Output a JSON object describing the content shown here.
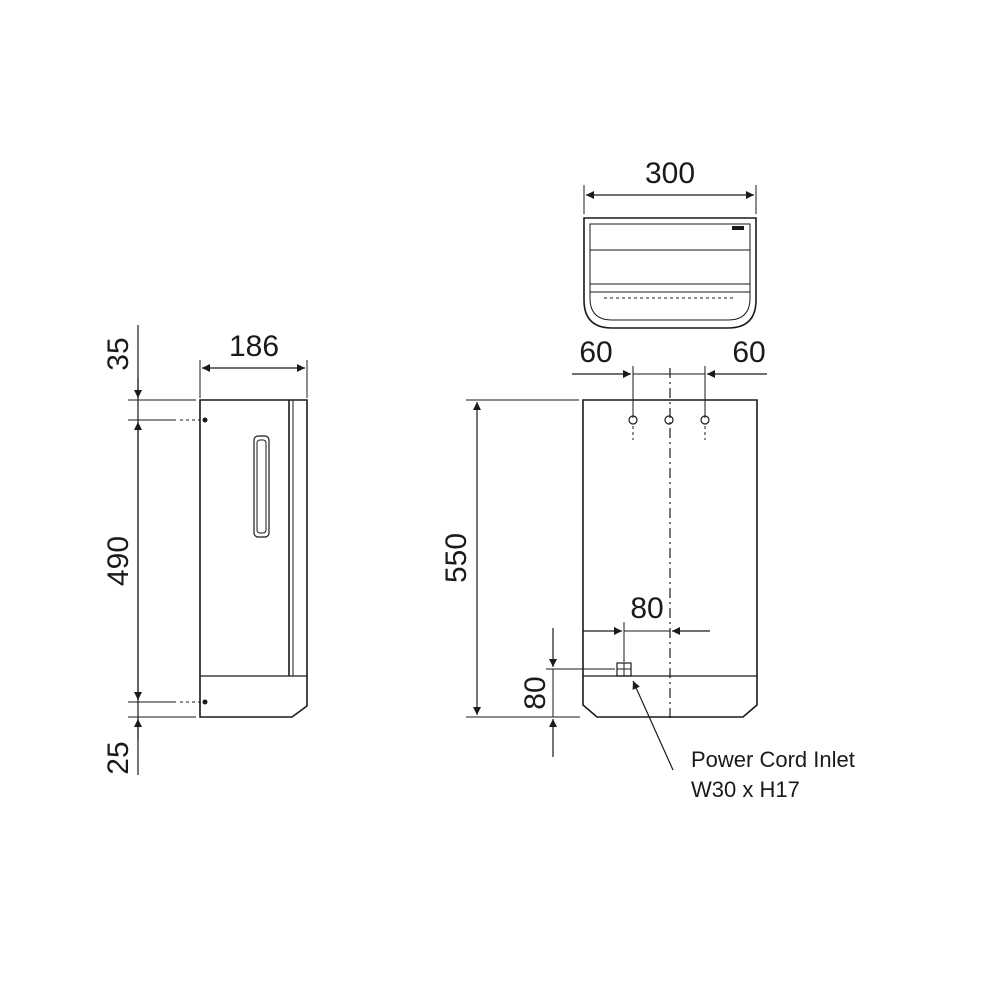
{
  "dimensions": {
    "side_width": "186",
    "side_top_offset": "35",
    "side_height": "490",
    "side_bottom_offset": "25",
    "top_width": "300",
    "hole_spacing_left": "60",
    "hole_spacing_right": "60",
    "front_height": "550",
    "inlet_offset_x": "80",
    "inlet_height": "80"
  },
  "notes": {
    "power_cord_line1": "Power Cord Inlet",
    "power_cord_line2": "W30 x H17"
  },
  "colors": {
    "line": "#1a1a1a",
    "background": "#ffffff"
  }
}
